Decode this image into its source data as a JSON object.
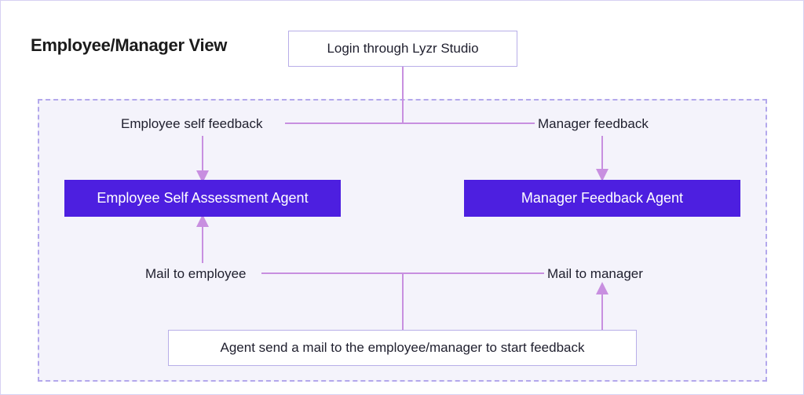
{
  "diagram": {
    "title": "Employee/Manager View",
    "login": "Login through Lyzr Studio",
    "employee_self_feedback": "Employee self feedback",
    "manager_feedback": "Manager feedback",
    "employee_agent": "Employee Self Assessment Agent",
    "manager_agent": "Manager Feedback Agent",
    "mail_to_employee": "Mail to employee",
    "mail_to_manager": "Mail to manager",
    "start_mail": "Agent send a mail to the employee/manager to start feedback"
  },
  "colors": {
    "agent_fill": "#4d1fe0",
    "connector": "#c88fe0",
    "region_border": "#b3a8ec",
    "region_fill": "#f4f3fb"
  }
}
